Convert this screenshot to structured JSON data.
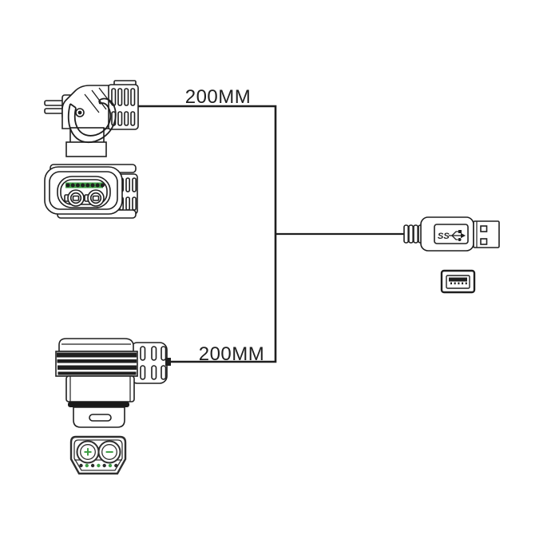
{
  "colors": {
    "line": "#1f1f1f",
    "accent_green": "#3f9e46",
    "dark_fill": "#1a1a1a",
    "background": "#ffffff"
  },
  "dimension_labels": {
    "top": "200MM",
    "bottom": "200MM"
  },
  "usb_plug": {
    "logo_text": "SS"
  },
  "top_connector_face": {
    "signal_pin_count": 8,
    "power_terminal_count": 2
  },
  "bottom_connector_face": {
    "positive_mark": "+",
    "negative_mark": "−",
    "signal_pin_count": 7,
    "power_terminal_count": 2
  }
}
